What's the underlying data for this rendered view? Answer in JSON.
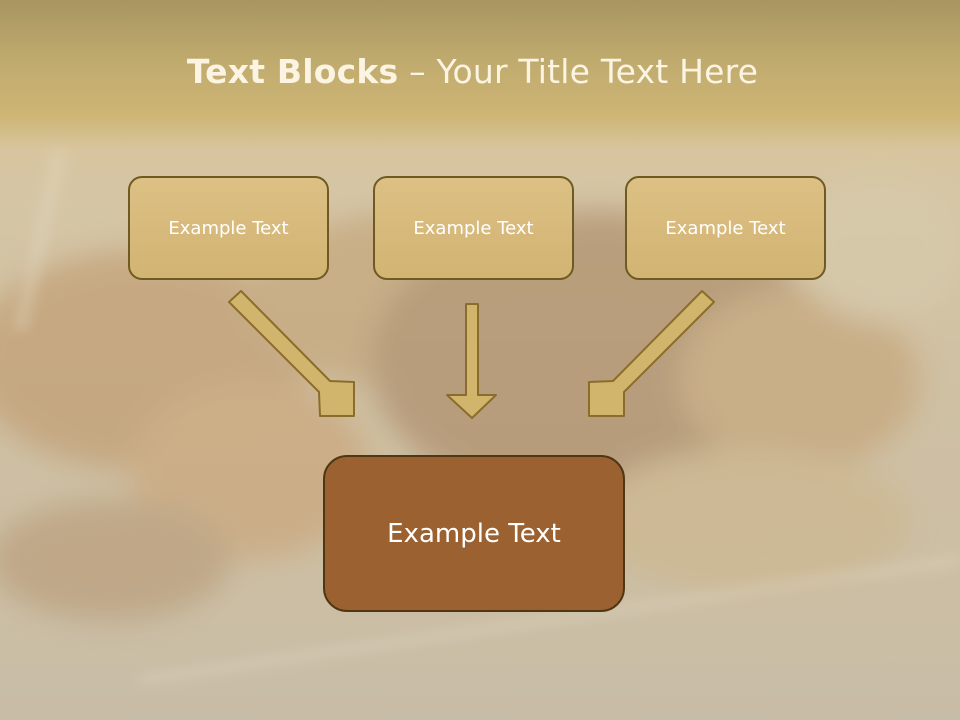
{
  "slide": {
    "title_bold": "Text Blocks",
    "title_dash": " – ",
    "title_rest": "Your Title Text Here"
  },
  "top_boxes": [
    "Example Text",
    "Example Text",
    "Example Text"
  ],
  "main_box": "Example Text",
  "colors": {
    "top_band": "#b39a4e",
    "box_fill": "#d6b978",
    "box_border": "#6f5a22",
    "main_fill": "#9b6130",
    "arrow_fill": "#d2b56c",
    "arrow_stroke": "#8a6d2c"
  }
}
